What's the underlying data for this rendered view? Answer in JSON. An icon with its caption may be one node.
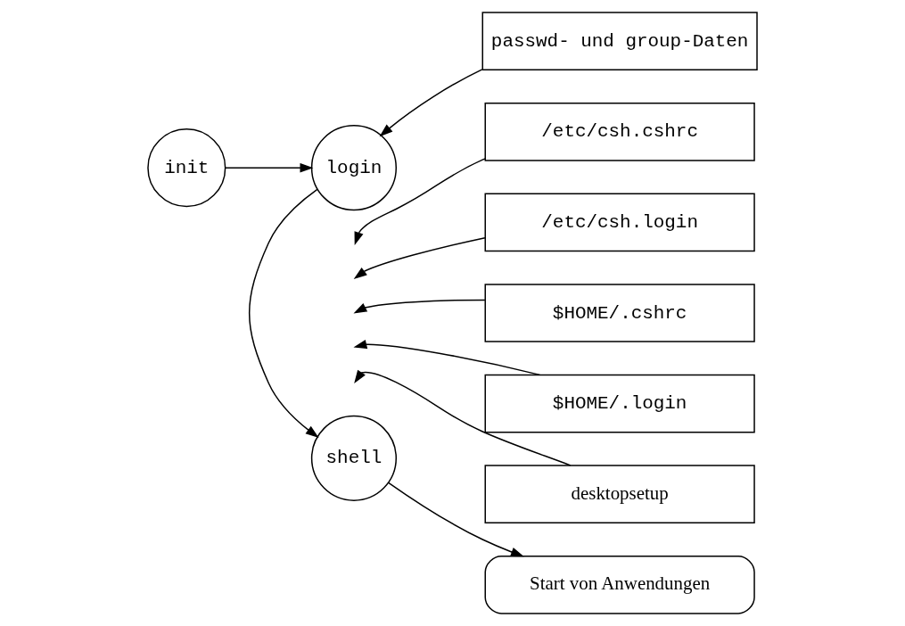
{
  "diagram": {
    "nodes": [
      {
        "text": [
          "init"
        ]
      },
      {
        "text": [
          "login"
        ]
      },
      {
        "text": [
          "passwd- und group-Daten"
        ]
      },
      {
        "text": [
          "/etc/csh.cshrc"
        ]
      },
      {
        "text": [
          "/etc/csh.login"
        ]
      },
      {
        "text": [
          "$HOME/.cshrc"
        ]
      },
      {
        "text": [
          "$HOME/.login"
        ]
      },
      {
        "text": [
          "desktopsetup"
        ]
      },
      {
        "text": [
          "shell"
        ]
      },
      {
        "text": [
          "Start von Anwendungen"
        ]
      }
    ],
    "edges": [
      {
        "from": 0,
        "to": 1,
        "arrow": "to"
      },
      {
        "from": 2,
        "to": 1,
        "arrow": "to"
      },
      {
        "from": 3,
        "to": null,
        "arrow": "to"
      },
      {
        "from": 4,
        "to": null,
        "arrow": "to"
      },
      {
        "from": 5,
        "to": null,
        "arrow": "to"
      },
      {
        "from": 6,
        "to": null,
        "arrow": "to"
      },
      {
        "from": 7,
        "to": null,
        "arrow": "to"
      },
      {
        "from": 1,
        "to": 8,
        "arrow": "to"
      },
      {
        "from": 8,
        "to": 9,
        "arrow": "to"
      }
    ]
  }
}
